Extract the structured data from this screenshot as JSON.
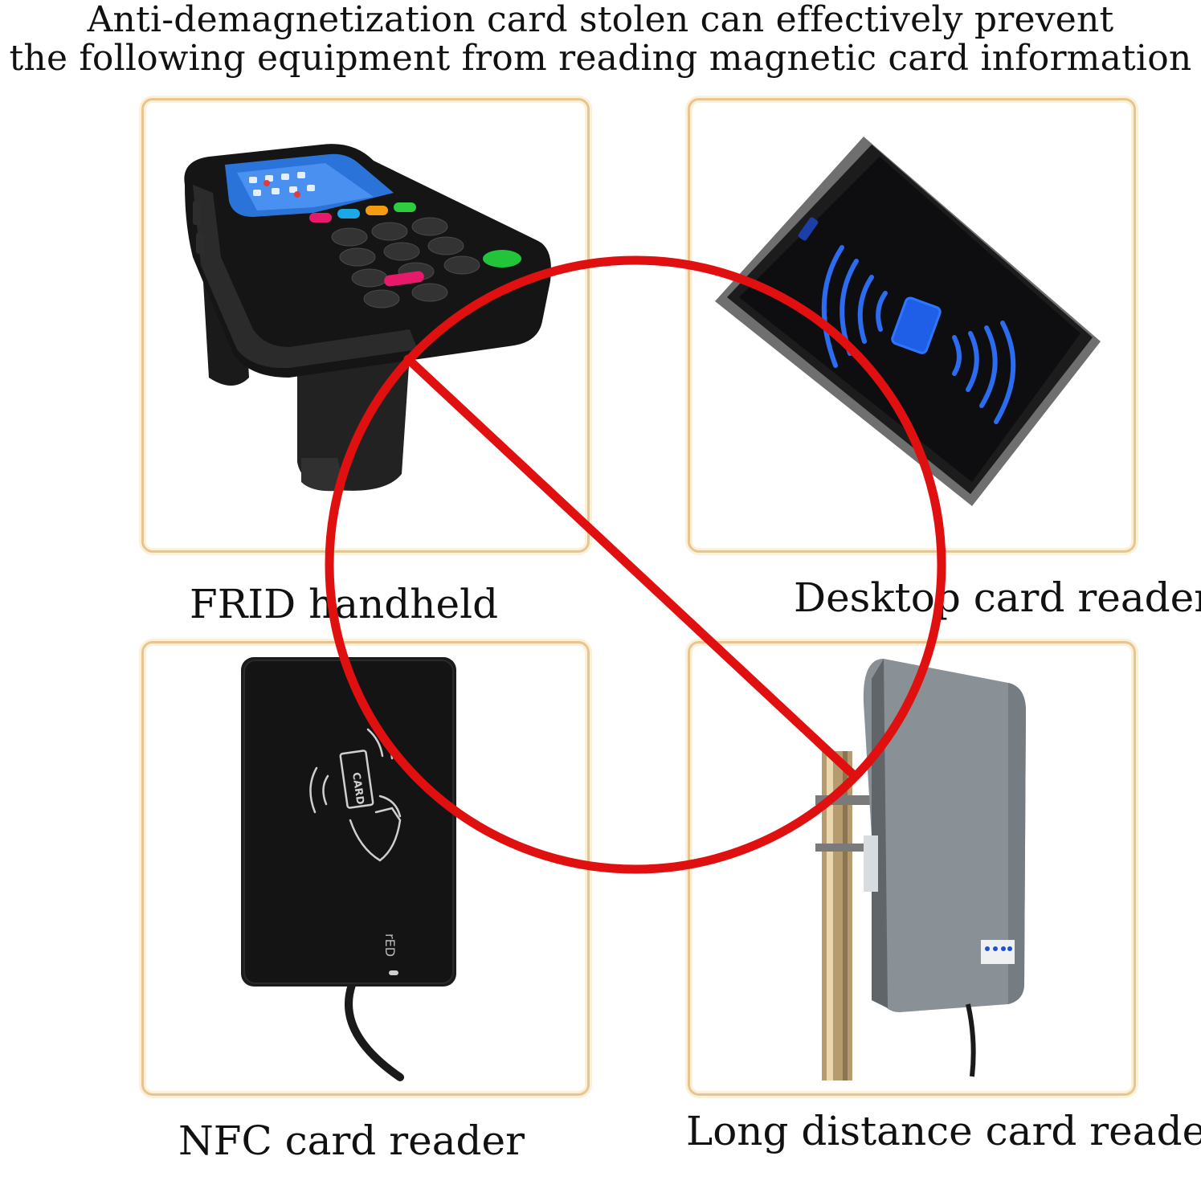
{
  "headline": {
    "line1": "Anti-demagnetization card stolen can effectively prevent",
    "line2": "the following equipment from reading magnetic card information"
  },
  "panels": [
    {
      "id": "tl",
      "caption": "FRID handheld",
      "image": "rfid-handheld-scanner"
    },
    {
      "id": "tr",
      "caption": "Desktop card reader",
      "image": "desktop-card-reader"
    },
    {
      "id": "bl",
      "caption": "NFC card reader",
      "image": "nfc-card-reader"
    },
    {
      "id": "br",
      "caption": "Long distance card reader",
      "image": "long-distance-card-reader"
    }
  ],
  "nfc_reader_marks": {
    "card_text": "CARD",
    "brand_mark": "rED"
  },
  "colors": {
    "frame": "#e7c590",
    "prohibition": "#e01010",
    "text": "#111111"
  },
  "overlay": {
    "icon": "prohibition-sign-icon"
  }
}
